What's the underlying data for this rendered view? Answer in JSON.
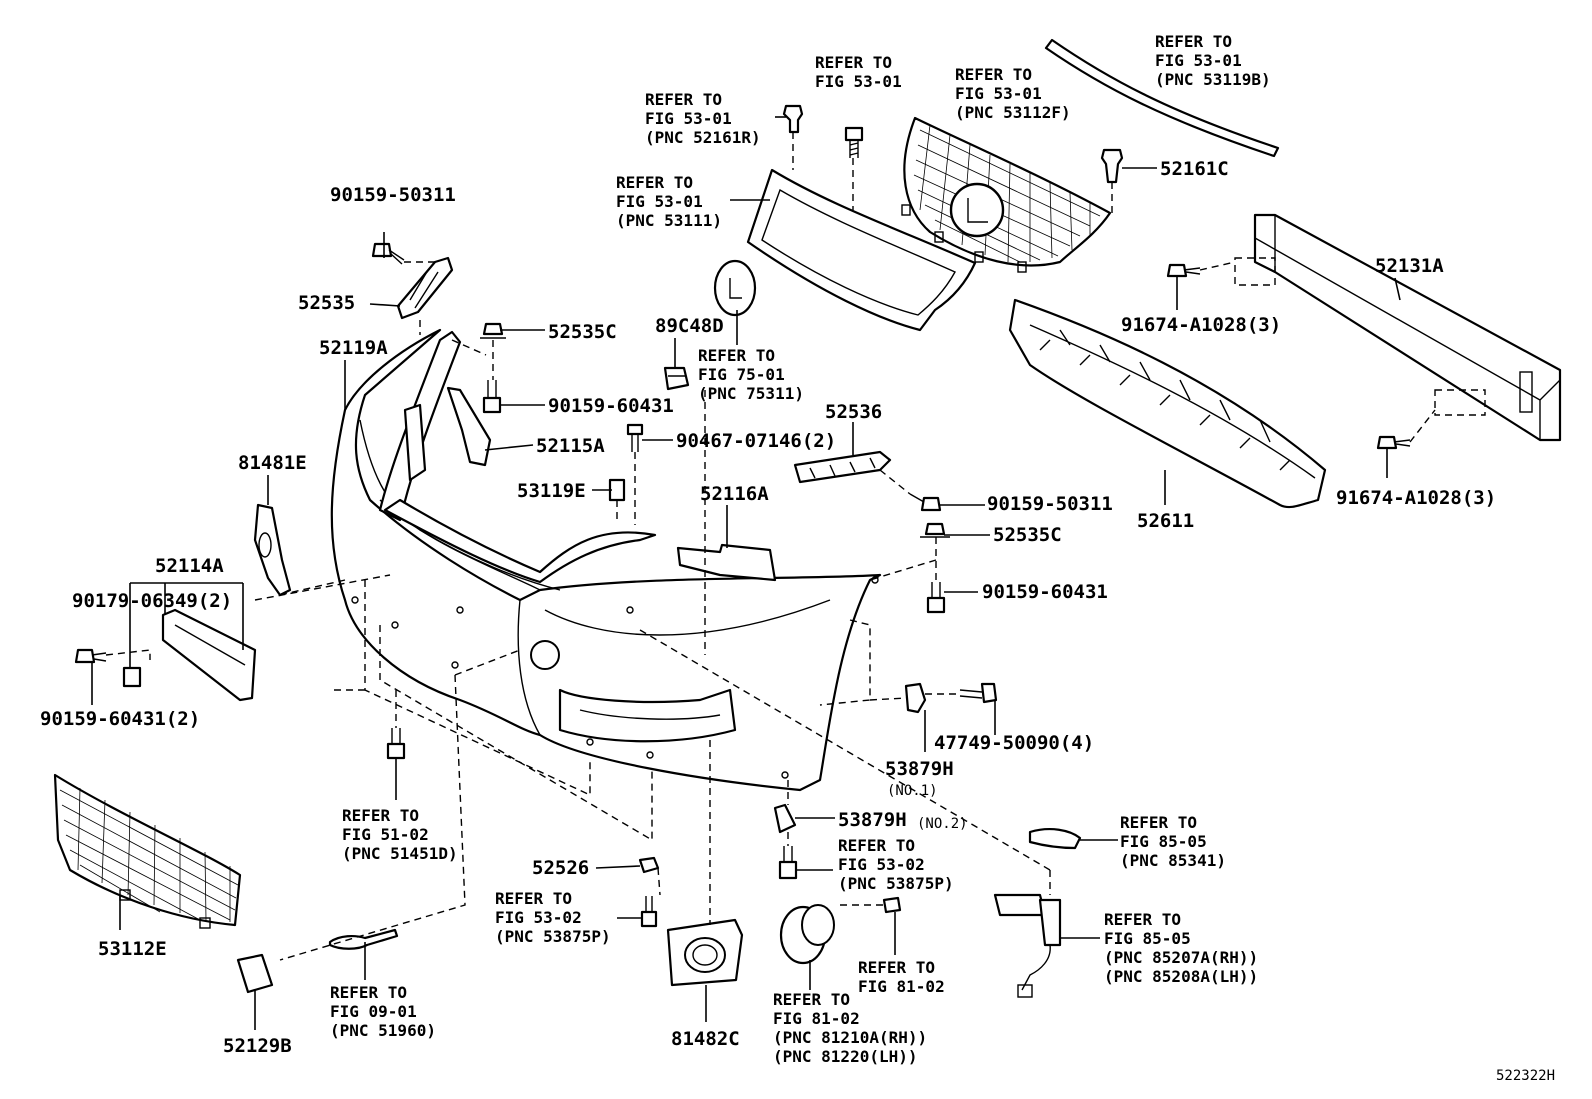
{
  "diagram_code": "522322H",
  "labels": {
    "p90159_50311_a": "90159-50311",
    "p52535": "52535",
    "p52119A": "52119A",
    "p52535C_a": "52535C",
    "p90159_60431_a": "90159-60431",
    "p52115A": "52115A",
    "p90467_07146": "90467-07146(2)",
    "p53119E": "53119E",
    "p52116A": "52116A",
    "p89C48D": "89C48D",
    "p81481E": "81481E",
    "p52114A": "52114A",
    "p90179_06349": "90179-06349(2)",
    "p90159_60431_2": "90159-60431(2)",
    "p52536": "52536",
    "p90159_50311_b": "90159-50311",
    "p52535C_b": "52535C",
    "p90159_60431_b": "90159-60431",
    "p52161C": "52161C",
    "p52131A": "52131A",
    "p91674_a": "91674-A1028(3)",
    "p91674_b": "91674-A1028(3)",
    "p52611": "52611",
    "p47749": "47749-50090(4)",
    "p53879H_1": "53879H",
    "p53879H_1_note": "(NO.1)",
    "p53879H_2": "53879H",
    "p53879H_2_note": "(NO.2)",
    "p53112E": "53112E",
    "p52526": "52526",
    "p52129B": "52129B",
    "p81482C": "81482C"
  },
  "refs": {
    "r52161R": [
      "REFER TO",
      "FIG 53-01",
      "(PNC 52161R)"
    ],
    "r53111": [
      "REFER TO",
      "FIG 53-01",
      "(PNC 53111)"
    ],
    "r53_01_top": [
      "REFER TO",
      "FIG 53-01"
    ],
    "r53112F": [
      "REFER TO",
      "FIG 53-01",
      "(PNC 53112F)"
    ],
    "r53119B": [
      "REFER TO",
      "FIG 53-01",
      "(PNC 53119B)"
    ],
    "r75311": [
      "REFER TO",
      "FIG 75-01",
      "(PNC 75311)"
    ],
    "r51451D": [
      "REFER TO",
      "FIG 51-02",
      "(PNC 51451D)"
    ],
    "r53875P_a": [
      "REFER TO",
      "FIG 53-02",
      "(PNC 53875P)"
    ],
    "r53875P_b": [
      "REFER TO",
      "FIG 53-02",
      "(PNC 53875P)"
    ],
    "r51960": [
      "REFER TO",
      "FIG 09-01",
      "(PNC 51960)"
    ],
    "r81_02": [
      "REFER TO",
      "FIG 81-02"
    ],
    "r81210A": [
      "REFER TO",
      "FIG 81-02",
      "(PNC 81210A(RH))",
      "(PNC 81220(LH))"
    ],
    "r85341": [
      "REFER TO",
      "FIG 85-05",
      "(PNC 85341)"
    ],
    "r85207A": [
      "REFER TO",
      "FIG 85-05",
      "(PNC 85207A(RH))",
      "(PNC 85208A(LH))"
    ]
  }
}
